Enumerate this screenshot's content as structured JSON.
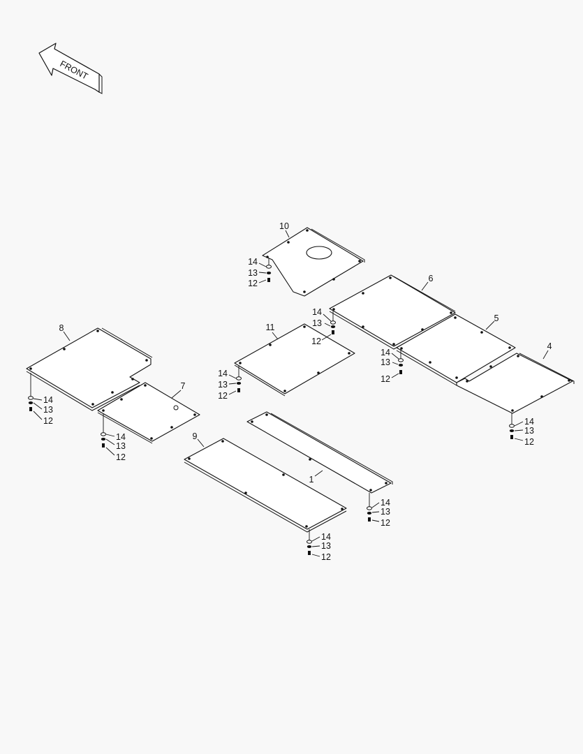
{
  "front_label": "FRONT",
  "parts": {
    "p1": "1",
    "p4": "4",
    "p5": "5",
    "p6": "6",
    "p7": "7",
    "p8": "8",
    "p9": "9",
    "p10": "10",
    "p11": "11"
  },
  "hardware": {
    "bolt": "12",
    "washer": "13",
    "spacer": "14"
  }
}
